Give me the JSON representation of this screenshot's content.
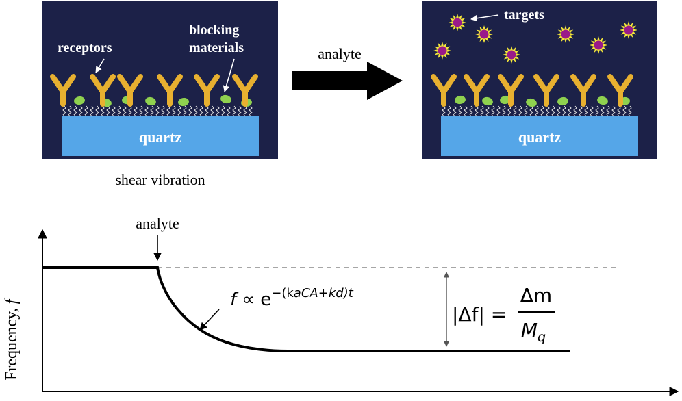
{
  "colors": {
    "panel_bg": "#1c2148",
    "quartz_fill": "#55a6e8",
    "receptor": "#e8b030",
    "blocking": "#8fd14f",
    "target_body": "#9a1a8a",
    "target_spikes": "#f2e43a",
    "linker": "#e8e8e8",
    "curve": "#000000",
    "baseline_dash": "#888888"
  },
  "icons": [
    "receptor-y-shape",
    "blocking-blob",
    "target-star",
    "analyte-arrow"
  ],
  "before_panel": {
    "receptors_label": "receptors",
    "blocking_label_line1": "blocking",
    "blocking_label_line2": "materials",
    "quartz_label": "quartz"
  },
  "after_panel": {
    "targets_label": "targets",
    "quartz_label": "quartz"
  },
  "analyte_arrow_label": "analyte",
  "shear_label": "shear vibration",
  "graph": {
    "y_axis_label": "Frequency, ",
    "y_axis_symbol": "f",
    "analyte_marker_label": "analyte",
    "curve_formula_f": "f",
    "curve_formula_prop": " ∝ e",
    "curve_formula_exp": "−(k",
    "curve_formula_exp_a": "a",
    "curve_formula_exp_C": "C",
    "curve_formula_exp_A": "A",
    "curve_formula_exp_plus": "+k",
    "curve_formula_exp_d": "d",
    "curve_formula_exp_t": ")t",
    "delta_lhs": "|Δf| = ",
    "delta_num": "Δm",
    "delta_den": "M",
    "delta_den_sub": "q"
  }
}
